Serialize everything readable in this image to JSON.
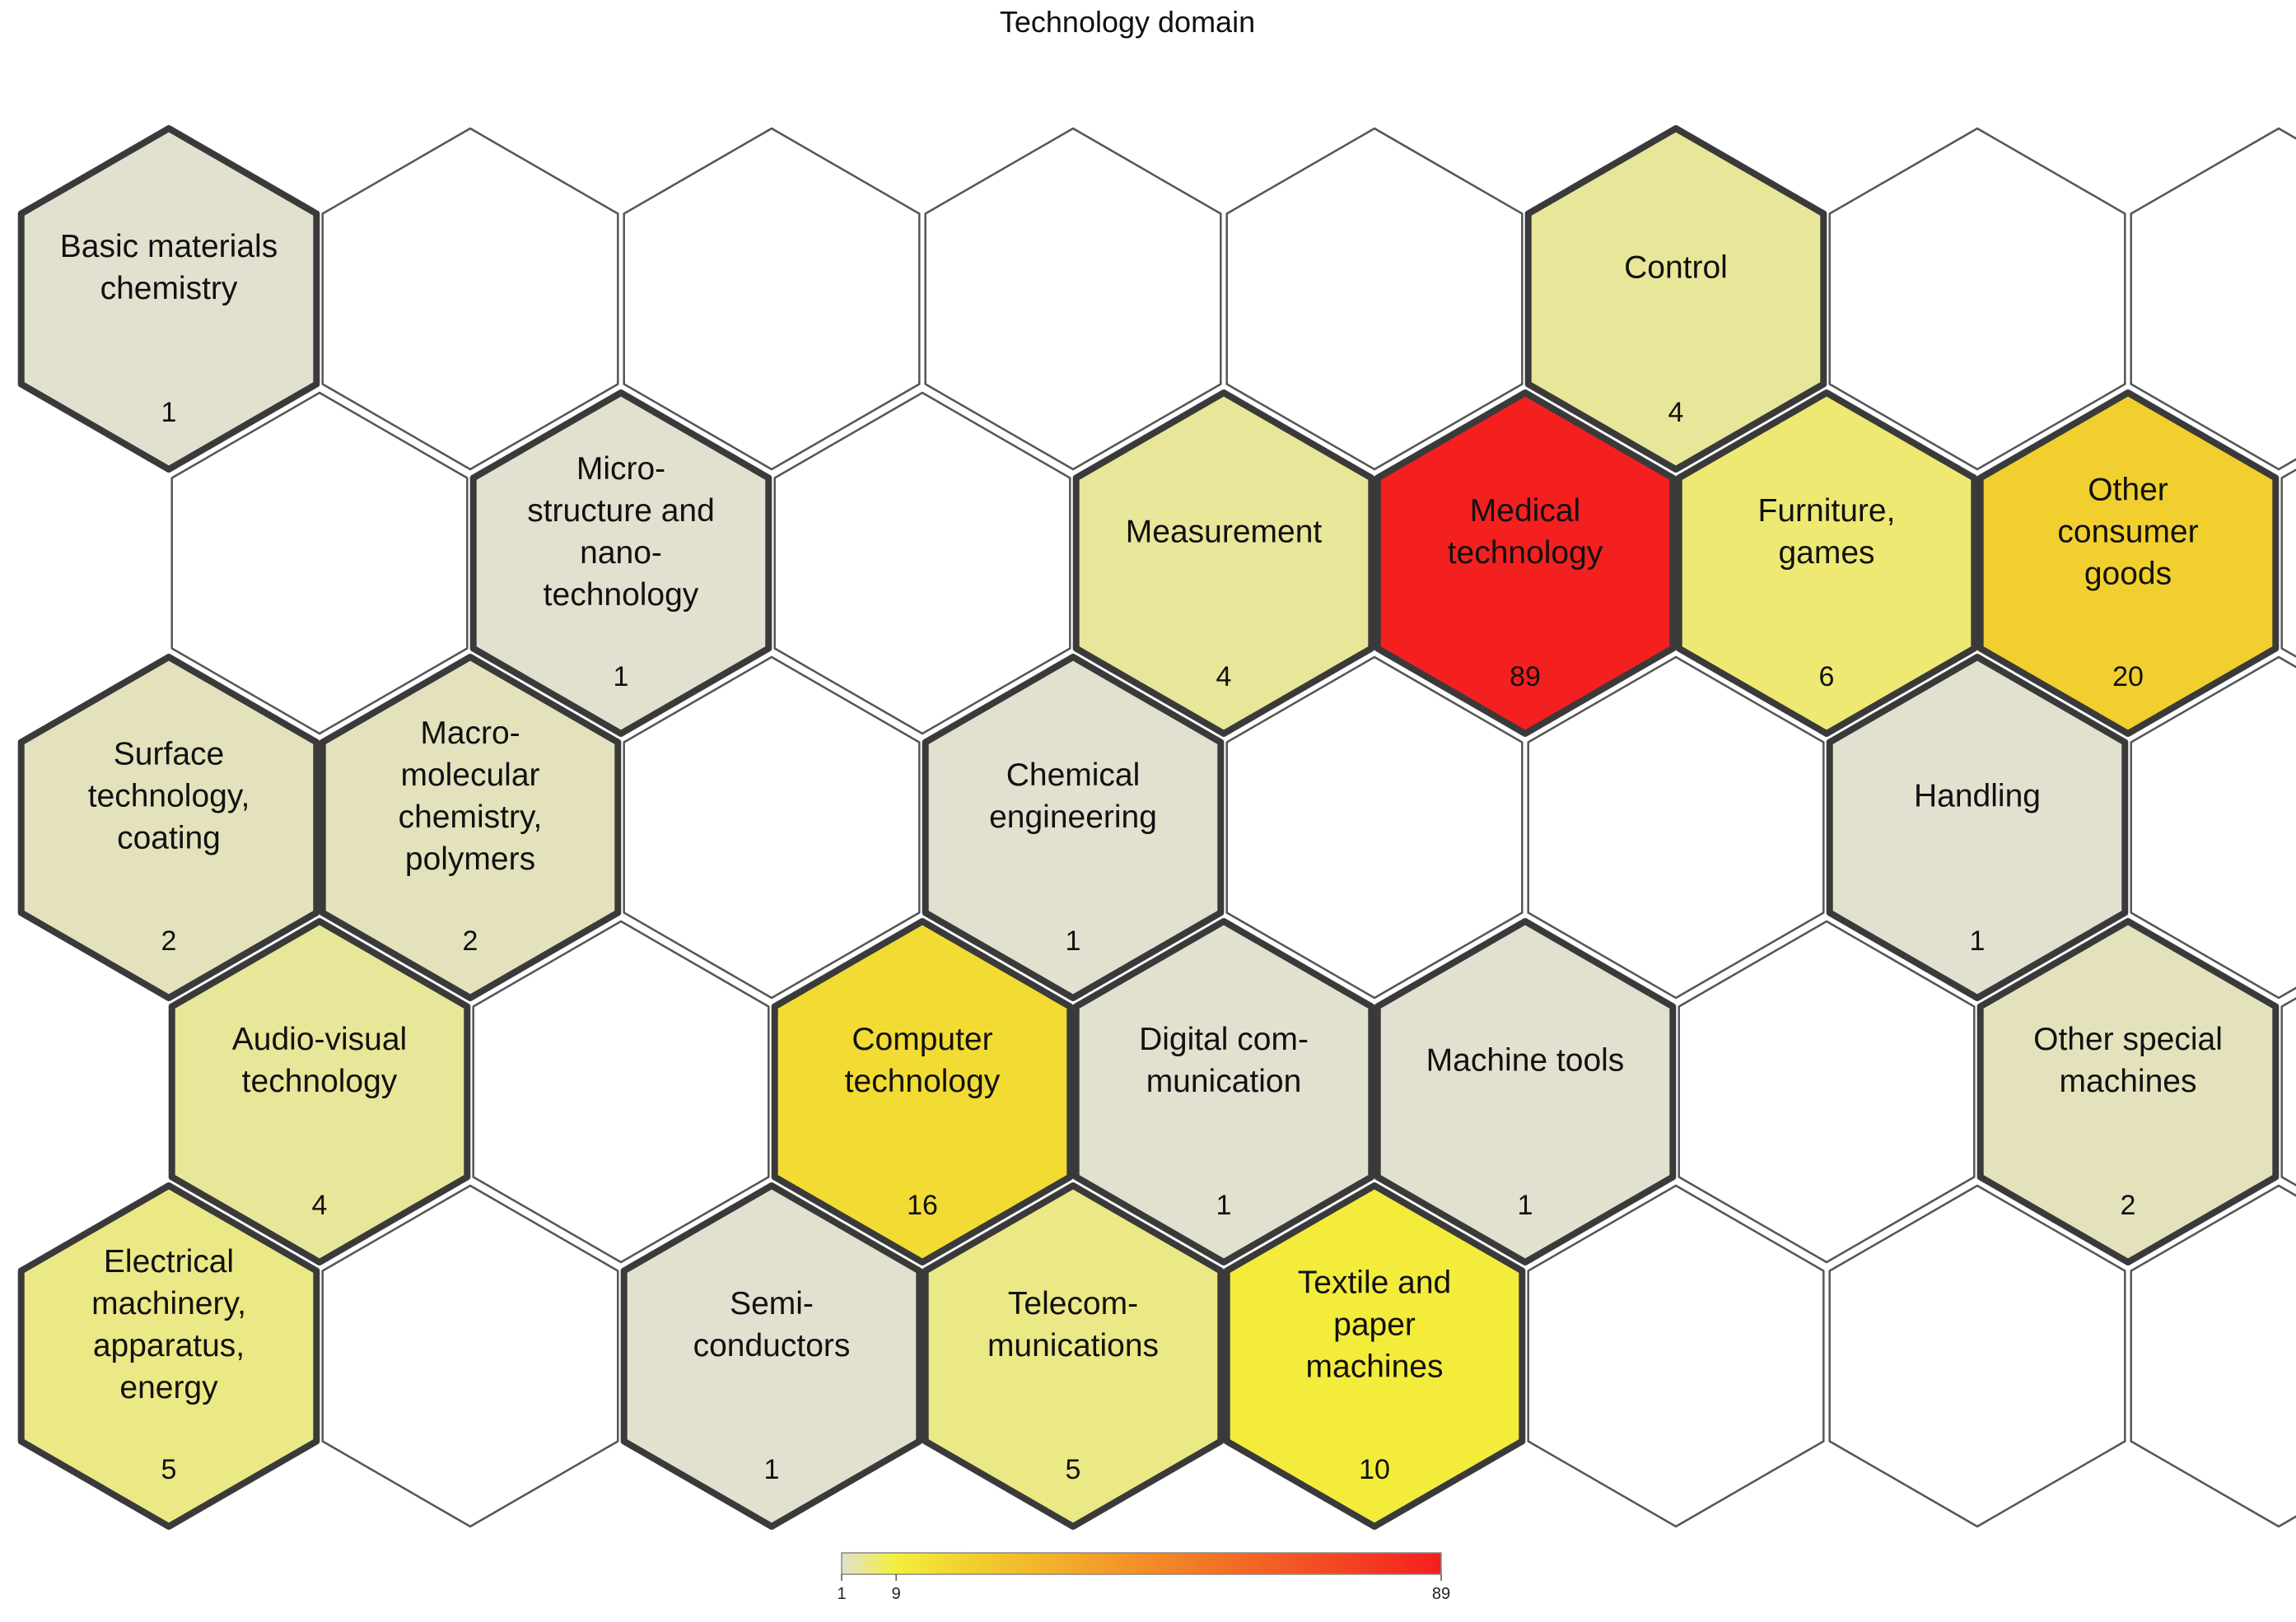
{
  "chart_data": {
    "type": "heatmap",
    "subtype": "hexagonal-map",
    "title": "Technology domain",
    "grid": {
      "rows": 5,
      "cols": 8
    },
    "color_scale": {
      "min": 1,
      "max": 89,
      "ticks": [
        1,
        9,
        89
      ],
      "stops": [
        {
          "value": 1,
          "color": "#e2e0cf"
        },
        {
          "value": 9,
          "color": "#f3ef3c"
        },
        {
          "value": 20,
          "color": "#f1cf2e"
        },
        {
          "value": 89,
          "color": "#f41f1f"
        }
      ]
    },
    "empty_color": "#ffffff",
    "cells": [
      {
        "row": 0,
        "col": 0,
        "label": "Basic materials chemistry",
        "lines": [
          "Basic materials",
          "chemistry"
        ],
        "value": 1
      },
      {
        "row": 0,
        "col": 5,
        "label": "Control",
        "lines": [
          "Control"
        ],
        "value": 4
      },
      {
        "row": 1,
        "col": 1,
        "label": "Micro-structure and nano-technology",
        "lines": [
          "Micro-",
          "structure and",
          "nano-",
          "technology"
        ],
        "value": 1
      },
      {
        "row": 1,
        "col": 3,
        "label": "Measurement",
        "lines": [
          "Measurement"
        ],
        "value": 4
      },
      {
        "row": 1,
        "col": 4,
        "label": "Medical technology",
        "lines": [
          "Medical",
          "technology"
        ],
        "value": 89
      },
      {
        "row": 1,
        "col": 5,
        "label": "Furniture, games",
        "lines": [
          "Furniture,",
          "games"
        ],
        "value": 6
      },
      {
        "row": 1,
        "col": 6,
        "label": "Other consumer goods",
        "lines": [
          "Other",
          "consumer",
          "goods"
        ],
        "value": 20
      },
      {
        "row": 2,
        "col": 0,
        "label": "Surface technology, coating",
        "lines": [
          "Surface",
          "technology,",
          "coating"
        ],
        "value": 2
      },
      {
        "row": 2,
        "col": 1,
        "label": "Macro-molecular chemistry, polymers",
        "lines": [
          "Macro-",
          "molecular",
          "chemistry,",
          "polymers"
        ],
        "value": 2
      },
      {
        "row": 2,
        "col": 3,
        "label": "Chemical engineering",
        "lines": [
          "Chemical",
          "engineering"
        ],
        "value": 1
      },
      {
        "row": 2,
        "col": 6,
        "label": "Handling",
        "lines": [
          "Handling"
        ],
        "value": 1
      },
      {
        "row": 3,
        "col": 0,
        "label": "Audio-visual technology",
        "lines": [
          "Audio-visual",
          "technology"
        ],
        "value": 4
      },
      {
        "row": 3,
        "col": 2,
        "label": "Computer technology",
        "lines": [
          "Computer",
          "technology"
        ],
        "value": 16
      },
      {
        "row": 3,
        "col": 3,
        "label": "Digital communication",
        "lines": [
          "Digital com-",
          "munication"
        ],
        "value": 1
      },
      {
        "row": 3,
        "col": 4,
        "label": "Machine tools",
        "lines": [
          "Machine tools"
        ],
        "value": 1
      },
      {
        "row": 3,
        "col": 6,
        "label": "Other special machines",
        "lines": [
          "Other special",
          "machines"
        ],
        "value": 2
      },
      {
        "row": 4,
        "col": 0,
        "label": "Electrical machinery, apparatus, energy",
        "lines": [
          "Electrical",
          "machinery,",
          "apparatus,",
          "energy"
        ],
        "value": 5
      },
      {
        "row": 4,
        "col": 2,
        "label": "Semi-conductors",
        "lines": [
          "Semi-",
          "conductors"
        ],
        "value": 1
      },
      {
        "row": 4,
        "col": 3,
        "label": "Telecommunications",
        "lines": [
          "Telecom-",
          "munications"
        ],
        "value": 5
      },
      {
        "row": 4,
        "col": 4,
        "label": "Textile and paper machines",
        "lines": [
          "Textile and",
          "paper",
          "machines"
        ],
        "value": 10
      }
    ],
    "xlabel": "",
    "ylabel": ""
  }
}
